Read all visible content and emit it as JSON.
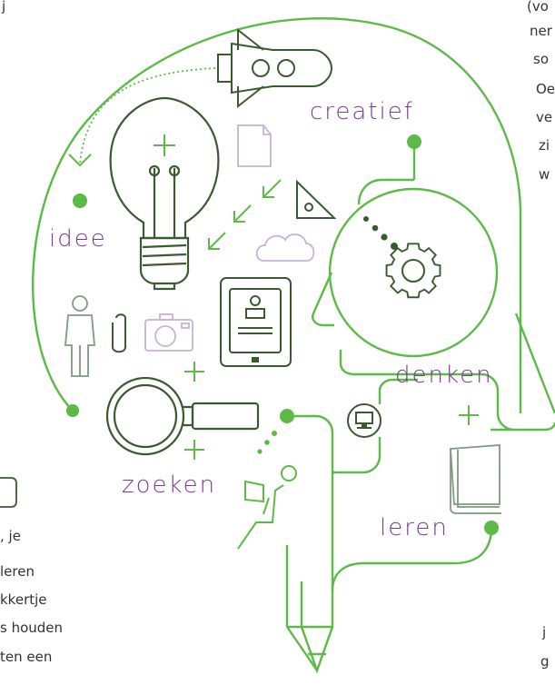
{
  "colors": {
    "green": "#5cba47",
    "dark_green": "#3a5a30",
    "purple": "#7b3a96",
    "gray_green": "#7f9a80",
    "light_purple": "#c9b1d6",
    "text": "#333333"
  },
  "labels": {
    "creatief": "creatief",
    "idee": "idee",
    "denken": "denken",
    "zoeken": "zoeken",
    "leren": "leren"
  },
  "left_text": [
    ", je",
    "leren",
    "kkertje",
    "s houden",
    "ten een"
  ],
  "right_text_top": [
    "(vo",
    "ner",
    "so",
    "Oe",
    "ve",
    "zi",
    "w"
  ],
  "right_text_bottom": [
    "j",
    "g"
  ],
  "top_left_fragment": "j",
  "icons": [
    "rocket-icon",
    "lightbulb-icon",
    "document-icon",
    "set-square-icon",
    "cloud-icon",
    "person-icon",
    "paperclip-icon",
    "camera-icon",
    "tablet-icon",
    "magnifier-icon",
    "gear-icon",
    "computer-icon",
    "reader-icon",
    "book-icon",
    "pencil-icon"
  ]
}
